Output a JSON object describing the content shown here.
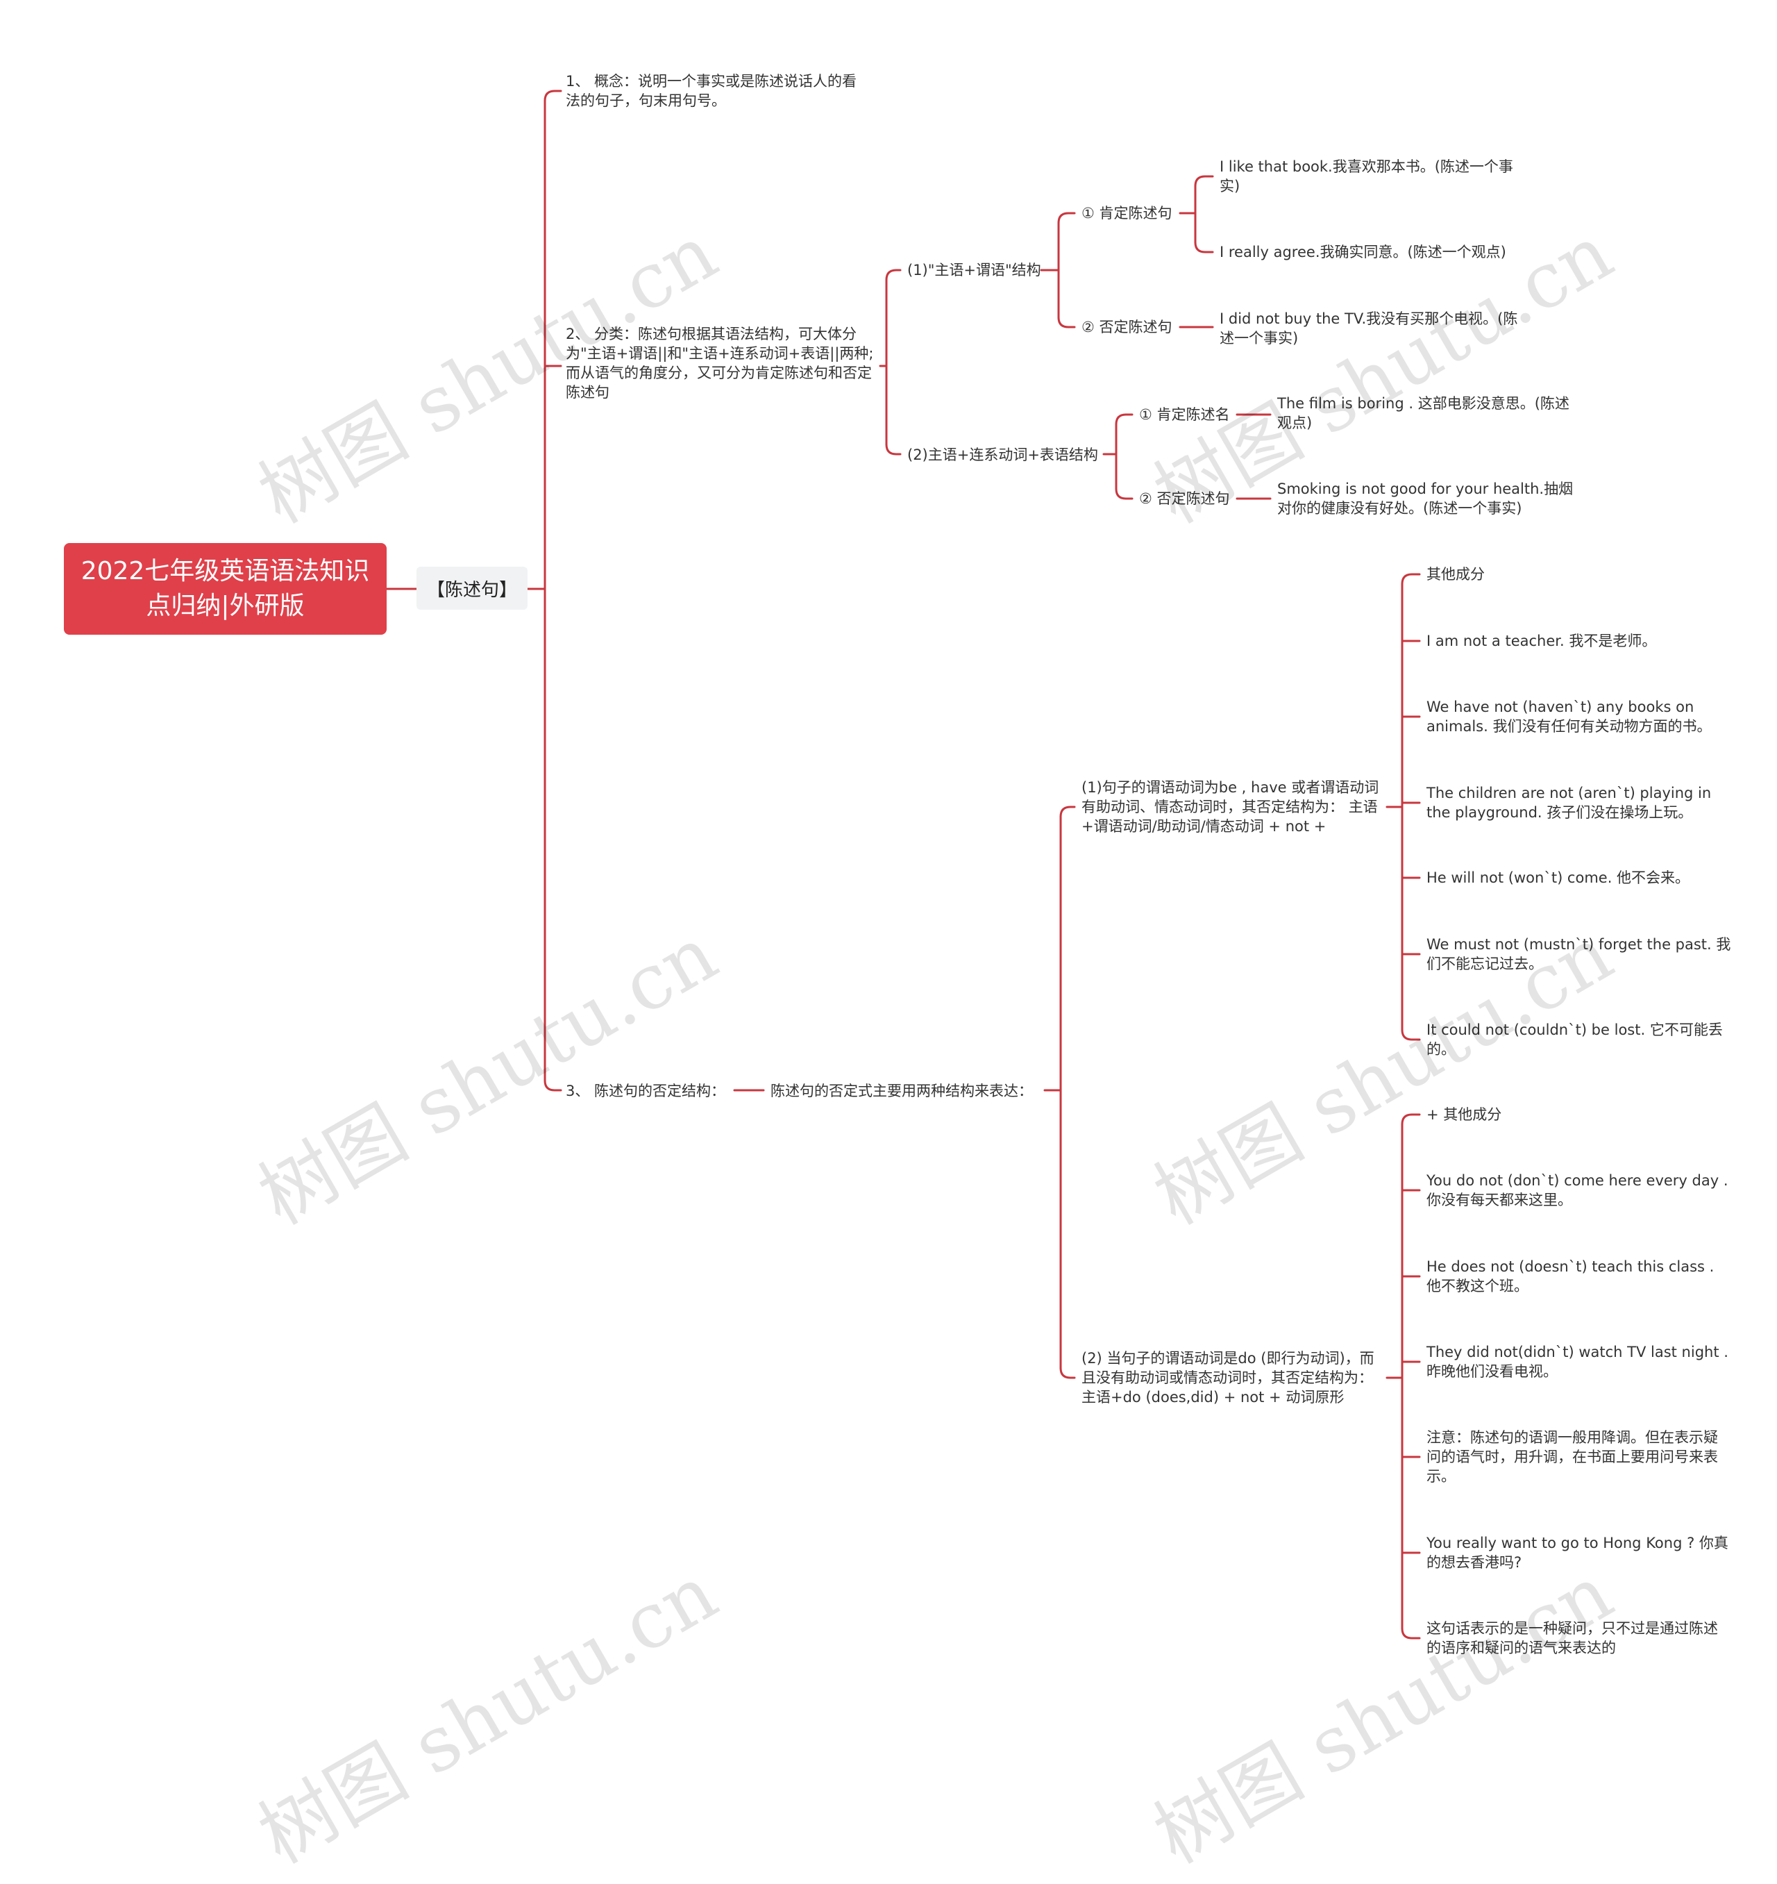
{
  "root": {
    "title": "2022七年级英语语法知识点归纳|外研版"
  },
  "main_topic": "【陈述句】",
  "branch1": {
    "text": "1、 概念：说明一个事实或是陈述说话人的看法的句子，句末用句号。"
  },
  "branch2": {
    "text": "2、 分类：陈述句根据其语法结构，可大体分为\"主语+谓语||和\"主语+连系动词+表语||两种;而从语气的角度分，又可分为肯定陈述句和否定陈述句",
    "sub1": {
      "text": "(1)\"主语+谓语\"结构",
      "pos": {
        "label": "① 肯定陈述句",
        "ex1": "I like that book.我喜欢那本书。(陈述一个事实)",
        "ex2": "I really agree.我确实同意。(陈述一个观点)"
      },
      "neg": {
        "label": "② 否定陈述句",
        "ex1": "I did not buy the TV.我没有买那个电视。(陈述一个事实)"
      }
    },
    "sub2": {
      "text": "(2)主语+连系动词+表语结构",
      "pos": {
        "label": "① 肯定陈述名",
        "ex1": "The film is boring . 这部电影没意思。(陈述观点)"
      },
      "neg": {
        "label": "② 否定陈述句",
        "ex1": "Smoking is not good for your health.抽烟对你的健康没有好处。(陈述一个事实)"
      }
    }
  },
  "branch3": {
    "text": "3、 陈述句的否定结构：",
    "middle": "陈述句的否定式主要用两种结构来表达：",
    "rule1": {
      "text": "(1)句子的谓语动词为be , have 或者谓语动词有助动词、情态动词时，其否定结构为： 主语+谓语动词/助动词/情态动词 + not +",
      "items": [
        "其他成分",
        "I am not a teacher. 我不是老师。",
        "We have not (haven`t) any books on animals. 我们没有任何有关动物方面的书。",
        "The children are not (aren`t) playing in the playground. 孩子们没在操场上玩。",
        "He will not (won`t) come. 他不会来。",
        "We must not (mustn`t) forget the past. 我们不能忘记过去。",
        "It could not (couldn`t) be lost. 它不可能丢的。"
      ]
    },
    "rule2": {
      "text": "(2) 当句子的谓语动词是do (即行为动词)，而且没有助动词或情态动词时，其否定结构为：主语+do (does,did) + not + 动词原形",
      "items": [
        "+ 其他成分",
        "You do not (don`t) come here every day . 你没有每天都来这里。",
        "He does not (doesn`t) teach this class . 他不教这个班。",
        "They did not(didn`t) watch TV last night . 昨晚他们没看电视。",
        "注意：陈述句的语调一般用降调。但在表示疑问的语气时，用升调，在书面上要用问号来表示。",
        "You really want to go to Hong Kong ? 你真的想去香港吗?",
        "这句话表示的是一种疑问，只不过是通过陈述的语序和疑问的语气来表达的"
      ]
    }
  },
  "watermark": "树图 shutu.cn",
  "colors": {
    "root_bg": "#e0404a",
    "line": "#c8373f",
    "topic_bg": "#f1f2f4"
  }
}
